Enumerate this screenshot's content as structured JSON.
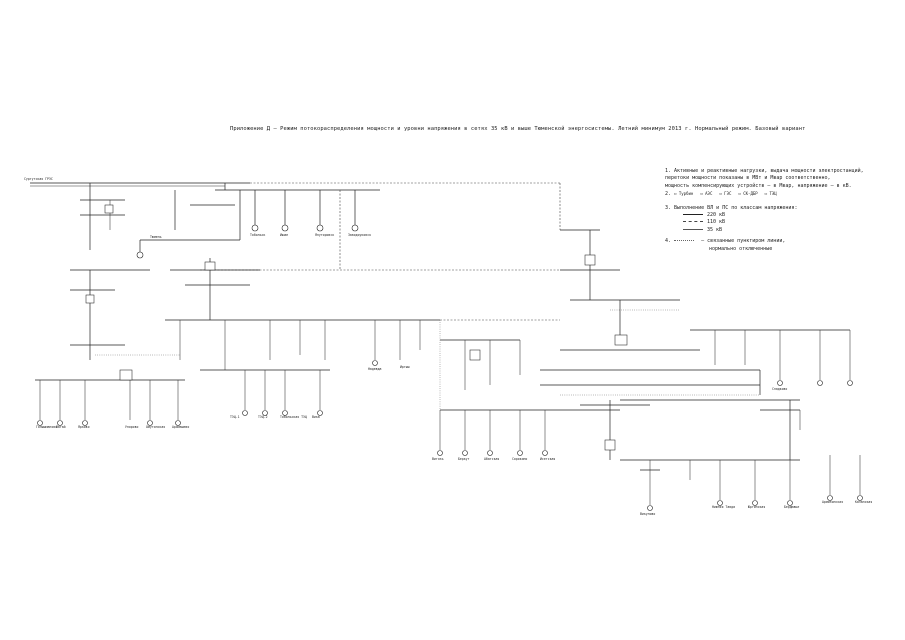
{
  "title": "Приложение Д – Режим потокораспределения мощности и уровни напряжения в сетях 35 кВ и выше Тюменской энергосистемы. Летний минимум 2013 г. Нормальный режим. Базовый вариант",
  "legend": {
    "note1": "1. Активные и реактивные нагрузки, выдача мощности электростанций,",
    "note1b": "перетоки мощности показаны в МВт и Мвар соответственно,",
    "note1c": "мощность компенсирующих устройств – в Мвар, напряжение – в кВ.",
    "note2": "2.",
    "note2_items": [
      "Турбин",
      "АЭС",
      "ГЭС",
      "СК-ДБР",
      "ТЭЦ"
    ],
    "note3": "3. Выполнение ВЛ и ПС по классам напряжения:",
    "v220": "220 кВ",
    "v110": "110 кВ",
    "v35": "35 кВ",
    "note4": "4.",
    "note4_text": "– связанные пунктиром линии,",
    "note4_text2": "нормально отключенные"
  },
  "labels": [
    "Сургутская ГРЭС",
    "Тюмень",
    "Тобольск",
    "Ишим",
    "Ялуторовск",
    "Заводоуковск",
    "Голышманово",
    "Вагай",
    "Ярково",
    "Упорово",
    "Омутинская",
    "Аромашево",
    "ТЭЦ-1",
    "ТЭЦ-2",
    "Тобольская ТЭЦ",
    "Вика",
    "Надежда",
    "Иртыш",
    "Витязь",
    "Беркут",
    "Абатская",
    "Сорокино",
    "Исетская",
    "Викулово",
    "Нижняя Тавда",
    "Юргинская",
    "Бердюжье",
    "Армизонская",
    "Казанская",
    "Сладково"
  ]
}
